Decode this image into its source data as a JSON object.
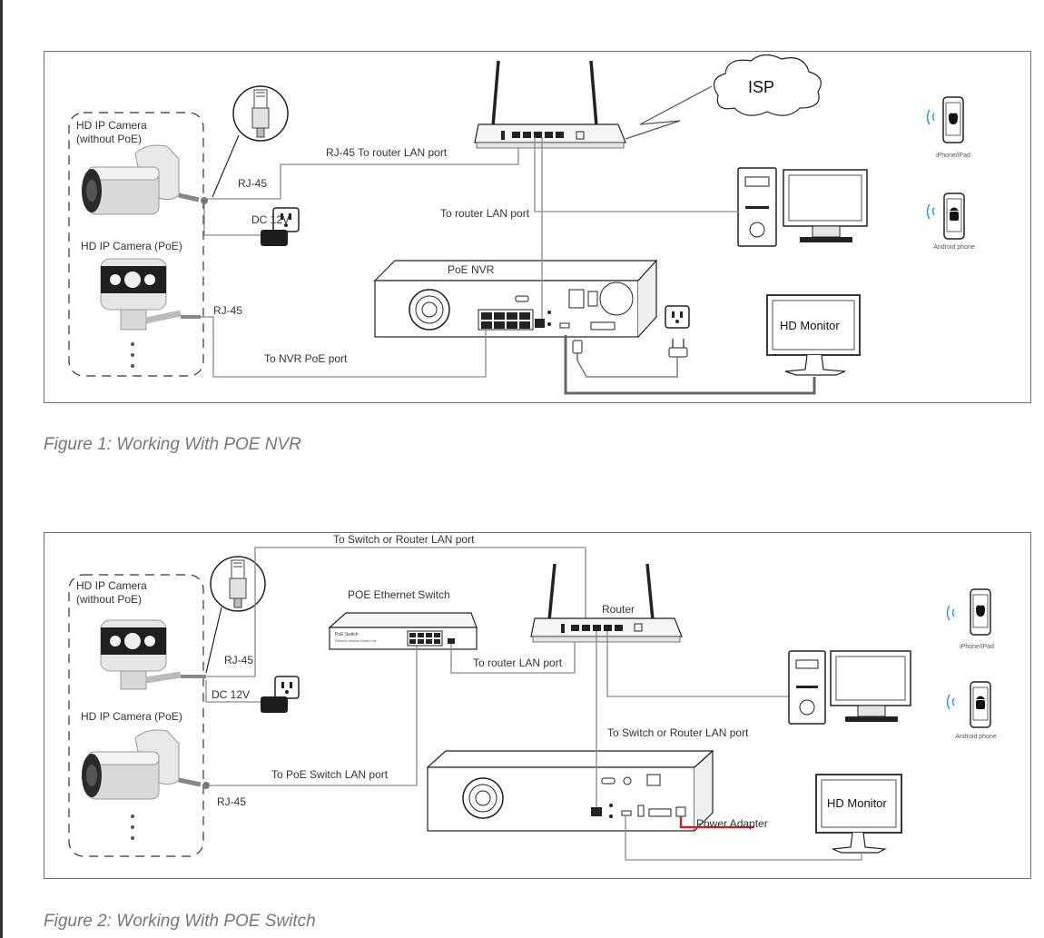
{
  "figure1": {
    "caption": "Figure 1: Working With POE NVR",
    "isp_label": "ISP",
    "camera_no_poe_line1": "HD IP Camera",
    "camera_no_poe_line2": "(without PoE)",
    "camera_poe_label": "HD IP Camera (PoE)",
    "rj45_label_top": "RJ-45",
    "rj45_label_bottom": "RJ-45",
    "dc_label": "DC 12V",
    "router_lan_label": "RJ-45 To router LAN port",
    "nvr_to_router_label": "To router LAN port",
    "nvr_label": "PoE NVR",
    "nvr_poe_port_label": "To NVR PoE port",
    "monitor_label": "HD Monitor",
    "iphone_label": "iPhone/iPad",
    "android_label": "Android phone"
  },
  "figure2": {
    "caption": "Figure 2: Working With POE Switch",
    "top_link_label": "To Switch or Router LAN port",
    "camera_no_poe_line1": "HD IP Camera",
    "camera_no_poe_line2": "(without PoE)",
    "camera_poe_label": "HD IP Camera (PoE)",
    "rj45_label_top": "RJ-45",
    "rj45_label_bottom": "RJ-45",
    "dc_label": "DC 12V",
    "switch_label": "POE Ethernet Switch",
    "switch_plate_line1": "PoE Switch",
    "switch_plate_line2": "Ethernet Network Switch Unit",
    "router_label": "Router",
    "switch_to_router_label": "To router LAN port",
    "nvr_link_label": "To Switch or Router LAN port",
    "poe_switch_lan_label": "To PoE Switch LAN port",
    "power_adapter_label": "Power Adapter",
    "monitor_label": "HD Monitor",
    "iphone_label": "iPhone/iPad",
    "android_label": "Android phone"
  },
  "colors": {
    "cable": "#8a8a8a",
    "cable_dark": "#666666",
    "device_stroke": "#222222",
    "wifi": "#2e9bd6",
    "power_adapter": "#d0202a"
  }
}
